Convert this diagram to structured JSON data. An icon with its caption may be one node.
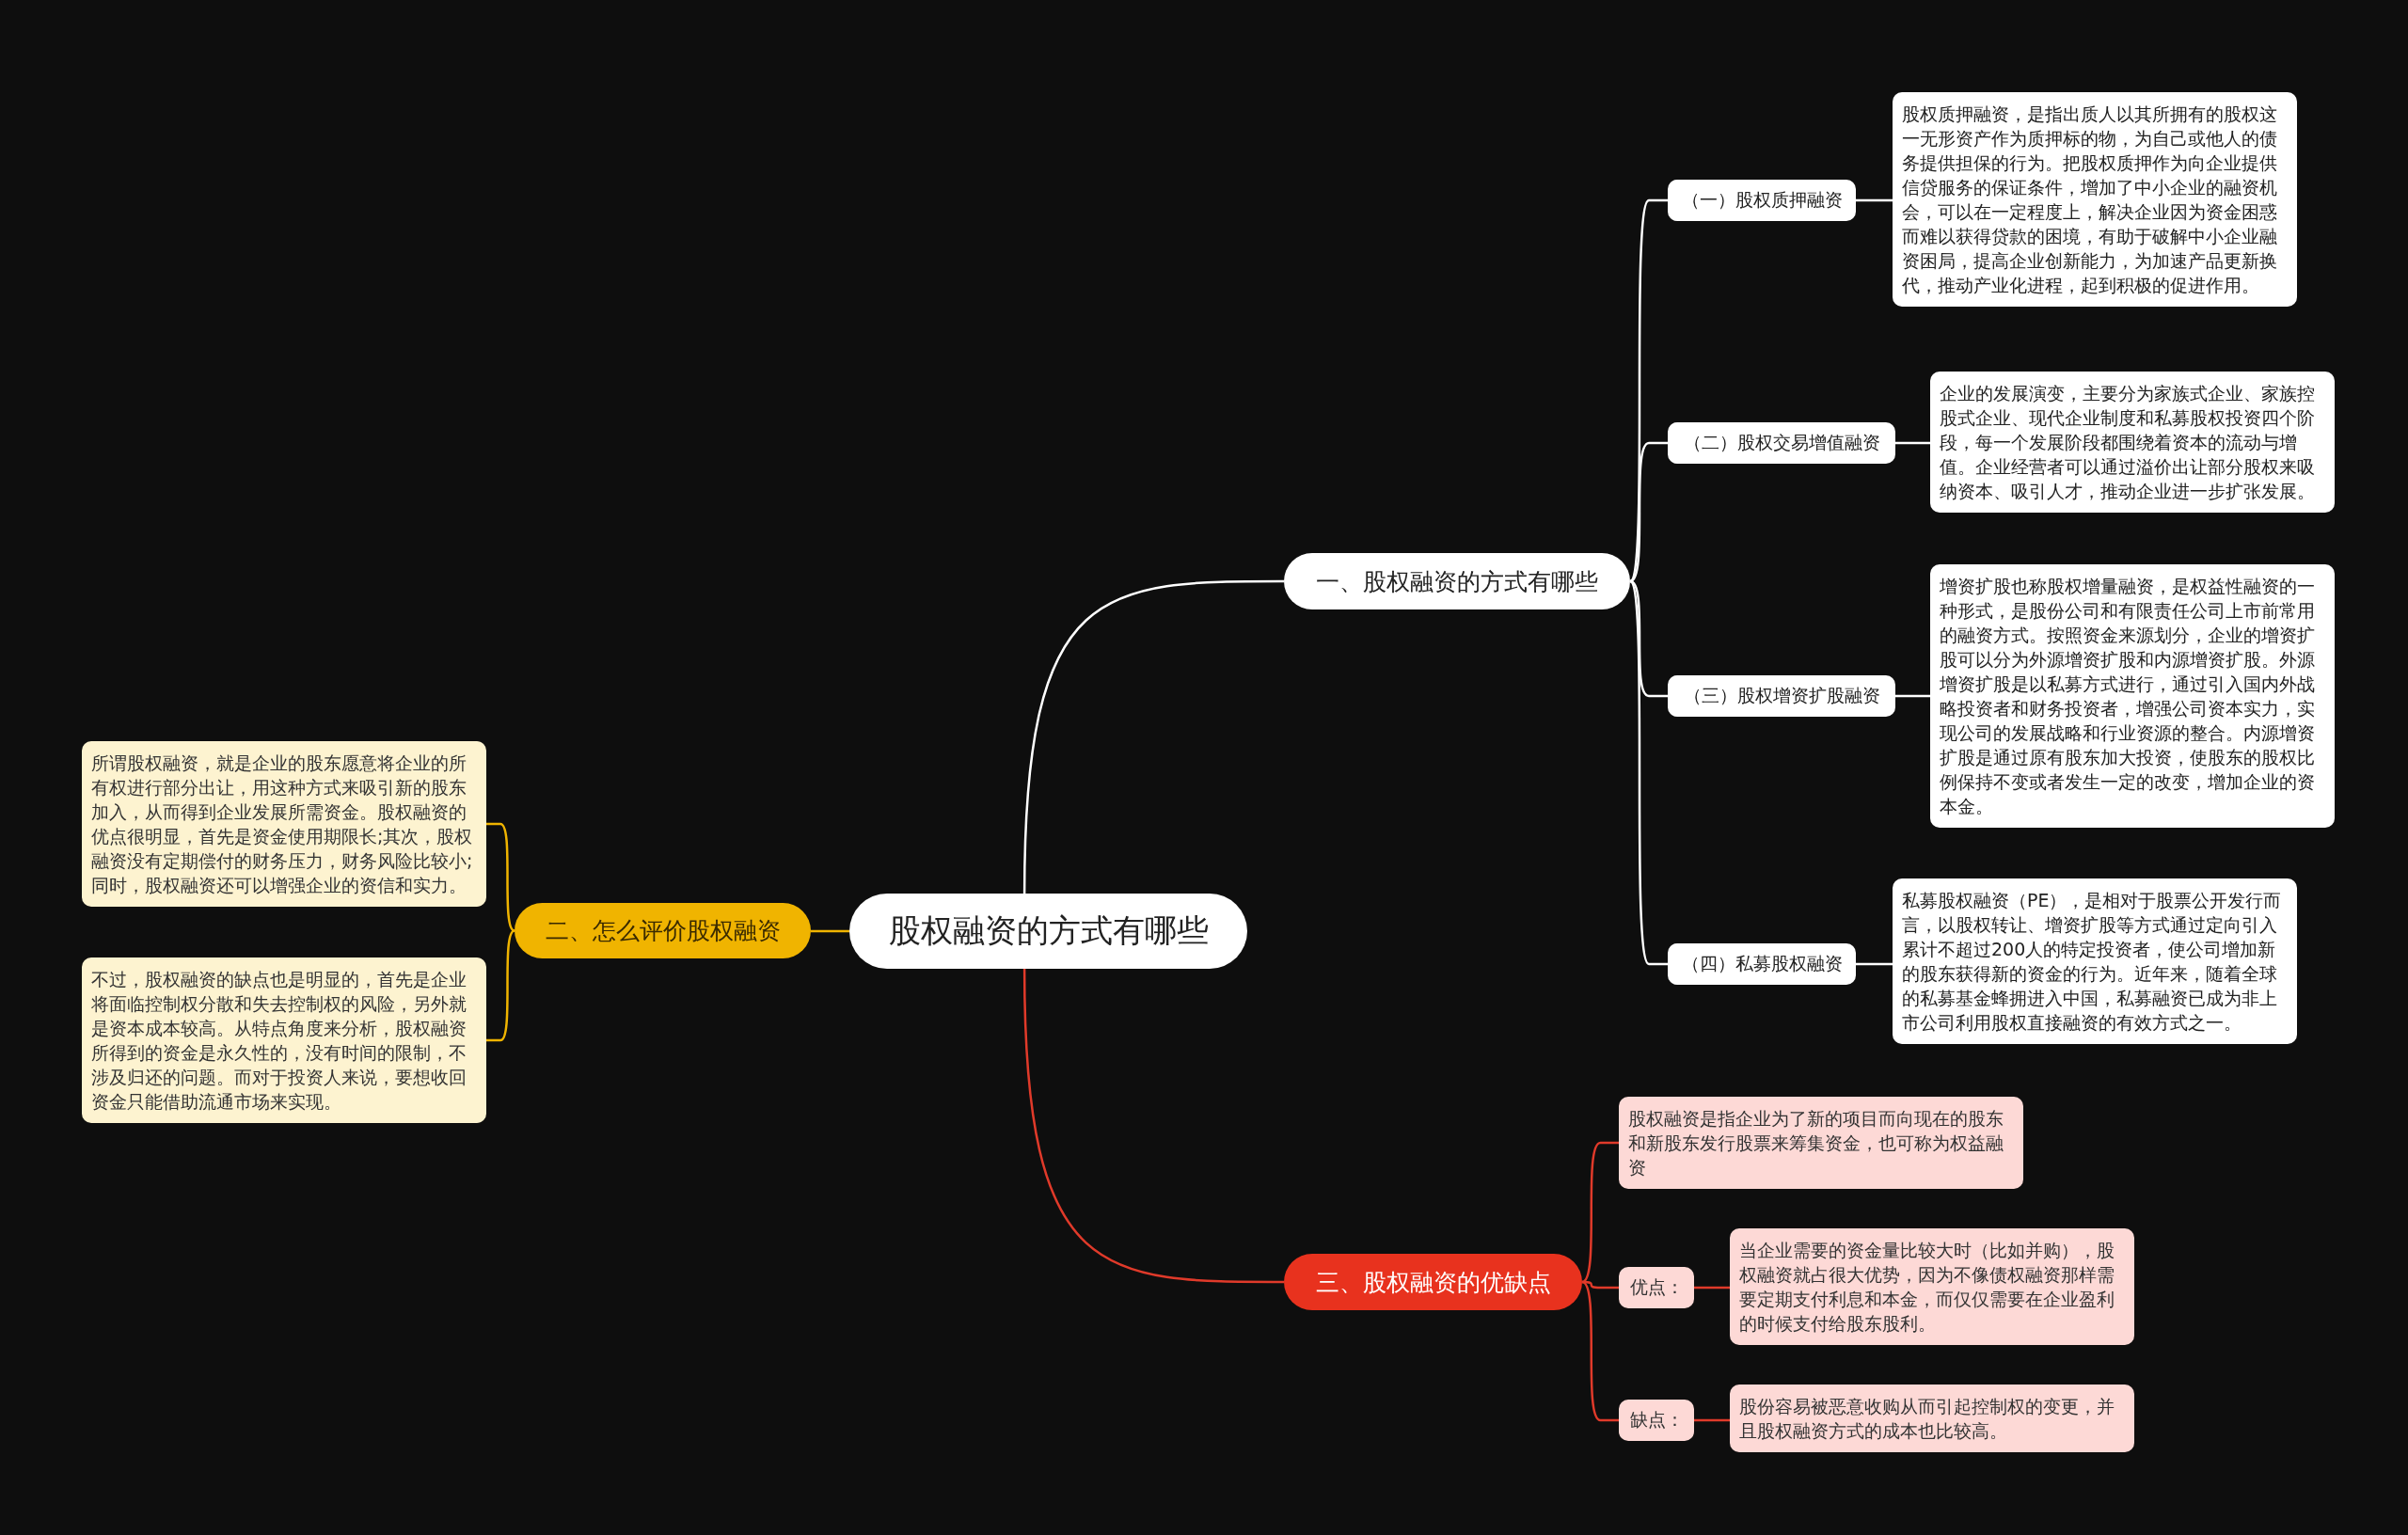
{
  "diagram": {
    "nodes": [
      {
        "text": [
          "股权融资的方式有哪些"
        ]
      },
      {
        "text": [
          "一、股权融资的方式有哪些"
        ]
      },
      {
        "text": [
          "（一）股权质押融资"
        ]
      },
      {
        "text": [
          "股权质押融资，是指出质人以其所拥有的股权这一无形资产作为质押标的物，为自己或他人的债务提供担保的行为。把股权质押作为向企业提供信贷服务的保证条件，增加了中小企业的融资机会，可以在一定程度上，解决企业因为资金困惑而难以获得贷款的困境，有助于破解中小企业融资困局，提高企业创新能力，为加速产品更新换代，推动产业化进程，起到积极的促进作用。"
        ]
      },
      {
        "text": [
          "（二）股权交易增值融资"
        ]
      },
      {
        "text": [
          "企业的发展演变，主要分为家族式企业、家族控股式企业、现代企业制度和私募股权投资四个阶段，每一个发展阶段都围绕着资本的流动与增值。企业经营者可以通过溢价出让部分股权来吸纳资本、吸引人才，推动企业进一步扩张发展。"
        ]
      },
      {
        "text": [
          "（三）股权增资扩股融资"
        ]
      },
      {
        "text": [
          "增资扩股也称股权增量融资，是权益性融资的一种形式，是股份公司和有限责任公司上市前常用的融资方式。按照资金来源划分，企业的增资扩股可以分为外源增资扩股和内源增资扩股。外源增资扩股是以私募方式进行，通过引入国内外战略投资者和财务投资者，增强公司资本实力，实现公司的发展战略和行业资源的整合。内源增资扩股是通过原有股东加大投资，使股东的股权比例保持不变或者发生一定的改变，增加企业的资本金。"
        ]
      },
      {
        "text": [
          "（四）私募股权融资"
        ]
      },
      {
        "text": [
          "私募股权融资（PE），是相对于股票公开发行而言，以股权转让、增资扩股等方式通过定向引入累计不超过200人的特定投资者，使公司增加新的股东获得新的资金的行为。近年来，随着全球的私募基金蜂拥进入中国，私募融资已成为非上市公司利用股权直接融资的有效方式之一。"
        ]
      },
      {
        "text": [
          "二、怎么评价股权融资"
        ]
      },
      {
        "text": [
          "所谓股权融资，就是企业的股东愿意将企业的所有权进行部分出让，用这种方式来吸引新的股东加入，从而得到企业发展所需资金。股权融资的优点很明显，首先是资金使用期限长;其次，股权融资没有定期偿付的财务压力，财务风险比较小;同时，股权融资还可以增强企业的资信和实力。"
        ]
      },
      {
        "text": [
          "不过，股权融资的缺点也是明显的，首先是企业将面临控制权分散和失去控制权的风险，另外就是资本成本较高。从特点角度来分析，股权融资所得到的资金是永久性的，没有时间的限制，不涉及归还的问题。而对于投资人来说，要想收回资金只能借助流通市场来实现。"
        ]
      },
      {
        "text": [
          "三、股权融资的优缺点"
        ]
      },
      {
        "text": [
          "股权融资是指企业为了新的项目而向现在的股东和新股东发行股票来筹集资金，也可称为权益融资"
        ]
      },
      {
        "text": [
          "优点："
        ]
      },
      {
        "text": [
          "当企业需要的资金量比较大时（比如并购），股权融资就占很大优势，因为不像债权融资那样需要定期支付利息和本金，而仅仅需要在企业盈利的时候支付给股东股利。"
        ]
      },
      {
        "text": [
          "缺点："
        ]
      },
      {
        "text": [
          "股份容易被恶意收购从而引起控制权的变更，并且股权融资方式的成本也比较高。"
        ]
      }
    ],
    "edges": [
      {
        "from": 0,
        "to": 1,
        "arrow": "none"
      },
      {
        "from": 1,
        "to": 2,
        "arrow": "none"
      },
      {
        "from": 2,
        "to": 3,
        "arrow": "none"
      },
      {
        "from": 1,
        "to": 4,
        "arrow": "none"
      },
      {
        "from": 4,
        "to": 5,
        "arrow": "none"
      },
      {
        "from": 1,
        "to": 6,
        "arrow": "none"
      },
      {
        "from": 6,
        "to": 7,
        "arrow": "none"
      },
      {
        "from": 1,
        "to": 8,
        "arrow": "none"
      },
      {
        "from": 8,
        "to": 9,
        "arrow": "none"
      },
      {
        "from": 0,
        "to": 10,
        "arrow": "none",
        "color": "#f0b400"
      },
      {
        "from": 10,
        "to": 11,
        "arrow": "none",
        "color": "#f0b400"
      },
      {
        "from": 10,
        "to": 12,
        "arrow": "none",
        "color": "#f0b400"
      },
      {
        "from": 0,
        "to": 13,
        "arrow": "none",
        "color": "#e03a2a"
      },
      {
        "from": 13,
        "to": 14,
        "arrow": "none",
        "color": "#e03a2a"
      },
      {
        "from": 13,
        "to": 15,
        "arrow": "none",
        "color": "#e03a2a"
      },
      {
        "from": 15,
        "to": 16,
        "arrow": "none",
        "color": "#e03a2a"
      },
      {
        "from": 13,
        "to": 17,
        "arrow": "none",
        "color": "#e03a2a"
      },
      {
        "from": 17,
        "to": 18,
        "arrow": "none",
        "color": "#e03a2a"
      }
    ]
  }
}
